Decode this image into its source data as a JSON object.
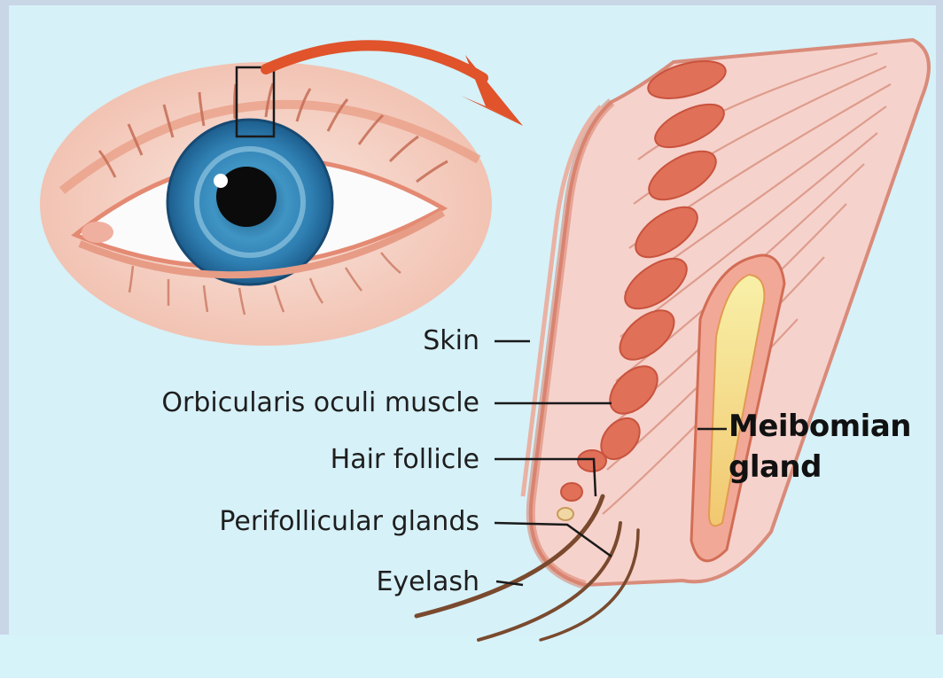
{
  "diagram": {
    "labels": {
      "skin": "Skin",
      "orbicularis": "Orbicularis oculi muscle",
      "hair_follicle": "Hair follicle",
      "perifollicular": "Perifollicular glands",
      "eyelash": "Eyelash",
      "meibomian_line1": "Meibomian",
      "meibomian_line2": "gland"
    },
    "colors": {
      "background": "#d6f1f8",
      "arrow": "#e0532b",
      "skin_tissue": "#f3c7c0",
      "gland_cell": "#e07058",
      "iris": "#2f7fb2",
      "meibomian_core": "#f6e38a"
    },
    "icons": [
      "curved-arrow",
      "eye-illustration",
      "eyelid-cross-section"
    ]
  }
}
